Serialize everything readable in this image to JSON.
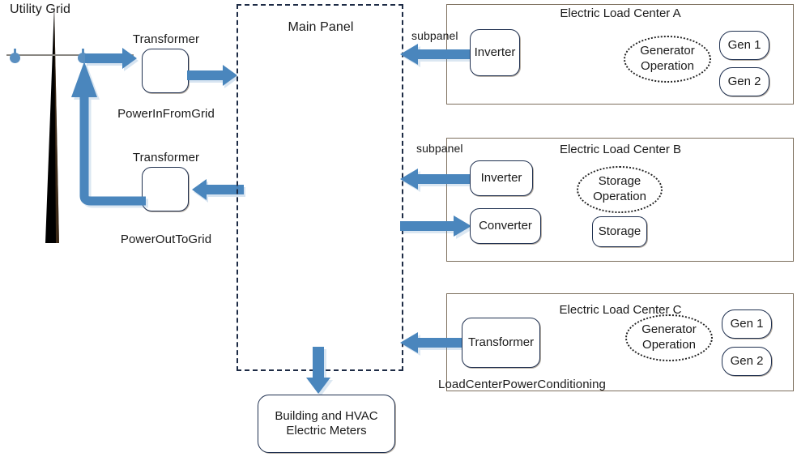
{
  "diagram": {
    "title_visible": false,
    "accent_color": "#4a86bd",
    "panel_border_color": "#1d2b45",
    "loadcenter_border_color": "#7d6f5d",
    "box_border_color": "#1f3050"
  },
  "utility": {
    "label": "Utility Grid",
    "pole_icon": "utility-pole-icon"
  },
  "grid_side": {
    "transformer_in_label": "Transformer",
    "transformer_in_caption": "PowerInFromGrid",
    "transformer_out_label": "Transformer",
    "transformer_out_caption": "PowerOutToGrid"
  },
  "main_panel": {
    "label": "Main Panel"
  },
  "meters": {
    "line1": "Building and HVAC",
    "line2": "Electric Meters"
  },
  "subpanel_labels": {
    "a": "subpanel",
    "b": "subpanel"
  },
  "load_centers": [
    {
      "id": "a",
      "title": "Electric Load Center A",
      "devices": [
        {
          "name": "inverter",
          "label": "Inverter"
        }
      ],
      "operation": {
        "line1": "Generator",
        "line2": "Operation"
      },
      "units": [
        {
          "label": "Gen 1"
        },
        {
          "label": "Gen 2"
        }
      ],
      "caption": ""
    },
    {
      "id": "b",
      "title": "Electric Load Center B",
      "devices": [
        {
          "name": "inverter",
          "label": "Inverter"
        },
        {
          "name": "converter",
          "label": "Converter"
        }
      ],
      "operation": {
        "line1": "Storage",
        "line2": "Operation"
      },
      "units": [
        {
          "label": "Storage"
        }
      ],
      "caption": ""
    },
    {
      "id": "c",
      "title": "Electric Load Center C",
      "devices": [
        {
          "name": "transformer",
          "label": "Transformer"
        }
      ],
      "operation": {
        "line1": "Generator",
        "line2": "Operation"
      },
      "units": [
        {
          "label": "Gen 1"
        },
        {
          "label": "Gen 2"
        }
      ],
      "caption": "LoadCenterPowerConditioning"
    }
  ]
}
